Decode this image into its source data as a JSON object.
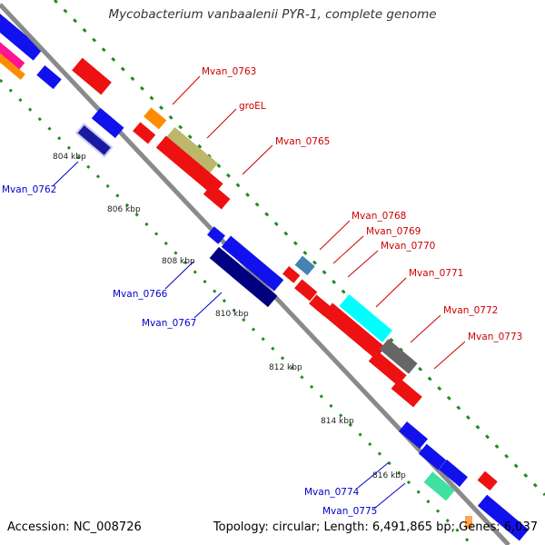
{
  "title": "Mycobacterium vanbaalenii PYR-1, complete genome",
  "footer": {
    "accession": "Accession: NC_008726",
    "topology": "Topology: circular; Length: 6,491,865 bp; Genes: 6,037"
  },
  "colors": {
    "backbone": "#8a8a8a",
    "gc_ticks": "#228b22",
    "forward_label": "#cc0000",
    "reverse_label": "#0000cc",
    "tick_label": "#222222"
  },
  "ticks": [
    {
      "label": "804 kbp"
    },
    {
      "label": "806 kbp"
    },
    {
      "label": "808 kbp"
    },
    {
      "label": "810 kbp"
    },
    {
      "label": "812 kbp"
    },
    {
      "label": "814 kbp"
    },
    {
      "label": "816 kbp"
    }
  ],
  "genes": [
    {
      "label": "Mvan_0763",
      "strand": "forward",
      "color": "#ee1111"
    },
    {
      "label": "groEL",
      "strand": "forward",
      "color": "#bdb76b"
    },
    {
      "label": "Mvan_0765",
      "strand": "forward",
      "color": "#ee1111"
    },
    {
      "label": "Mvan_0768",
      "strand": "forward",
      "color": "#4682b4"
    },
    {
      "label": "Mvan_0769",
      "strand": "forward",
      "color": "#ee1111"
    },
    {
      "label": "Mvan_0770",
      "strand": "forward",
      "color": "#ee1111"
    },
    {
      "label": "Mvan_0771",
      "strand": "forward",
      "color": "#00ffff"
    },
    {
      "label": "Mvan_0772",
      "strand": "forward",
      "color": "#ee1111"
    },
    {
      "label": "Mvan_0773",
      "strand": "forward",
      "color": "#666666"
    },
    {
      "label": "Mvan_0762",
      "strand": "reverse",
      "color": "#1a1aa0"
    },
    {
      "label": "Mvan_0766",
      "strand": "reverse",
      "color": "#1111ee"
    },
    {
      "label": "Mvan_0767",
      "strand": "reverse",
      "color": "#000080"
    },
    {
      "label": "Mvan_0774",
      "strand": "reverse",
      "color": "#1111ee"
    },
    {
      "label": "Mvan_0775",
      "strand": "reverse",
      "color": "#40e0a0"
    }
  ]
}
